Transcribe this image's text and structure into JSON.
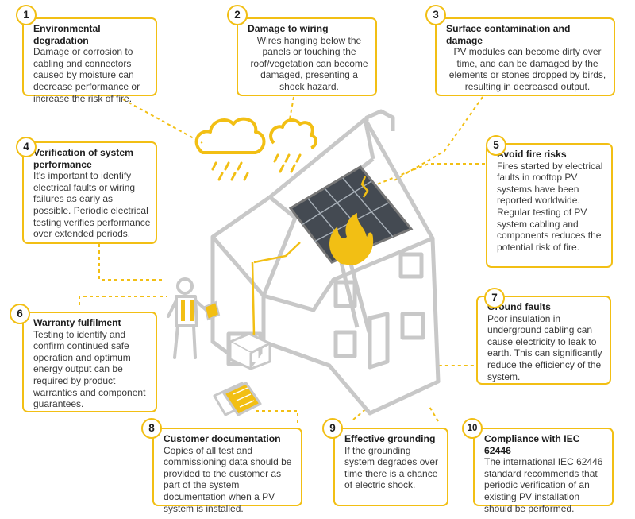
{
  "accent_color": "#f2bf14",
  "line_color": "#c8c8c8",
  "callouts": [
    {
      "number": "1",
      "title": "Environmental degradation",
      "text": "Damage or corrosion to cabling and connectors caused by moisture can decrease performance or increase the risk of fire."
    },
    {
      "number": "2",
      "title": "Damage to wiring",
      "text": "Wires hanging below the panels or touching the roof/vegetation can become damaged, presenting a shock hazard."
    },
    {
      "number": "3",
      "title": "Surface contamination and damage",
      "text": "PV modules can become dirty over time, and can be damaged by the elements or stones dropped by birds, resulting in decreased output."
    },
    {
      "number": "4",
      "title": "Verification of system performance",
      "text": "It’s important to identify electrical faults or wiring failures as early as possible. Periodic electrical testing verifies performance over extended periods."
    },
    {
      "number": "5",
      "title": "Avoid fire risks",
      "text": "Fires started by electrical faults in rooftop PV systems have been reported worldwide. Regular testing of PV system cabling and components reduces the potential risk of fire."
    },
    {
      "number": "6",
      "title": "Warranty fulfilment",
      "text": "Testing to identify and confirm continued safe operation and optimum energy output can be required by product warranties and component guarantees."
    },
    {
      "number": "7",
      "title": "Ground faults",
      "text": "Poor insulation in underground cabling can cause electricity to leak to earth. This can significantly reduce the efficiency of the system."
    },
    {
      "number": "8",
      "title": "Customer documentation",
      "text": "Copies of all test and commissioning data should be provided to the customer as part of the system documentation when a PV system is installed."
    },
    {
      "number": "9",
      "title": "Effective grounding",
      "text": "If the grounding system degrades over time there is a chance of electric shock."
    },
    {
      "number": "10",
      "title": "Compliance with IEC 62446",
      "text": "The international IEC 62446 standard recommends that periodic verification of an existing PV installation should be performed."
    }
  ],
  "illustration": {
    "house": "house-illustration",
    "solar_panel": "solar-panel-icon",
    "fire": "fire-icon",
    "rain_clouds": "rain-cloud-icon",
    "technician": "technician-icon",
    "documents": "documents-icon",
    "inverter_box": "inverter-box-icon"
  }
}
